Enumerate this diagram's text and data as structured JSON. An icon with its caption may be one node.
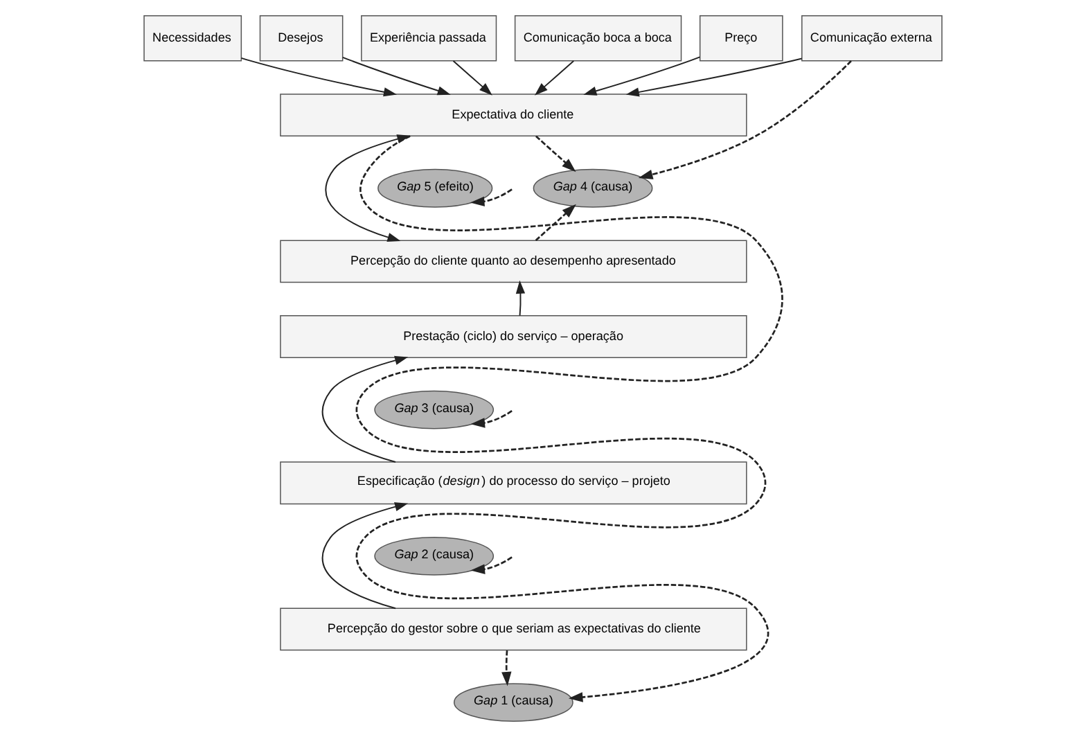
{
  "diagram": {
    "nodes": [
      {
        "text": [
          "Necessidades"
        ]
      },
      {
        "text": [
          "Desejos"
        ]
      },
      {
        "text": [
          "Experiência passada"
        ]
      },
      {
        "text": [
          "Comunicação boca a boca"
        ]
      },
      {
        "text": [
          "Preço"
        ]
      },
      {
        "text": [
          "Comunicação externa"
        ]
      },
      {
        "text": [
          "Expectativa do cliente"
        ]
      },
      {
        "text": [
          "*Gap* 5 (efeito)"
        ]
      },
      {
        "text": [
          "*Gap* 4 (causa)"
        ]
      },
      {
        "text": [
          "Percepção do cliente quanto ao desempenho apresentado"
        ]
      },
      {
        "text": [
          "Prestação (ciclo) do serviço – operação"
        ]
      },
      {
        "text": [
          "*Gap* 3 (causa)"
        ]
      },
      {
        "text": [
          "Especificação (*design*) do processo do serviço – projeto"
        ]
      },
      {
        "text": [
          "*Gap* 2 (causa)"
        ]
      },
      {
        "text": [
          "Percepção do gestor sobre o que seriam as expectativas do cliente"
        ]
      },
      {
        "text": [
          "*Gap* 1 (causa)"
        ]
      }
    ],
    "edges": [
      {
        "from": 0,
        "to": 6,
        "arrow": "to"
      },
      {
        "from": 1,
        "to": 6,
        "arrow": "to"
      },
      {
        "from": 2,
        "to": 6,
        "arrow": "to"
      },
      {
        "from": 3,
        "to": 6,
        "arrow": "to"
      },
      {
        "from": 4,
        "to": 6,
        "arrow": "to"
      },
      {
        "from": 5,
        "to": 6,
        "arrow": "to"
      },
      {
        "from": 5,
        "to": 8,
        "arrow": "to",
        "style": "dashed"
      },
      {
        "from": 6,
        "to": 8,
        "arrow": "to",
        "style": "dashed"
      },
      {
        "from": 6,
        "to": 15,
        "arrow": "to",
        "style": "dashed"
      },
      {
        "from": 6,
        "to": 9,
        "arrow": "both"
      },
      {
        "from": null,
        "to": 7,
        "arrow": "to",
        "style": "dashed"
      },
      {
        "from": 9,
        "to": 8,
        "arrow": "to",
        "style": "dashed"
      },
      {
        "from": 10,
        "to": 9,
        "arrow": "to"
      },
      {
        "from": 12,
        "to": 10,
        "arrow": "to"
      },
      {
        "from": null,
        "to": 11,
        "arrow": "to",
        "style": "dashed"
      },
      {
        "from": 14,
        "to": 12,
        "arrow": "to"
      },
      {
        "from": null,
        "to": 13,
        "arrow": "to",
        "style": "dashed"
      },
      {
        "from": 14,
        "to": 15,
        "arrow": "to",
        "style": "dashed"
      }
    ]
  }
}
